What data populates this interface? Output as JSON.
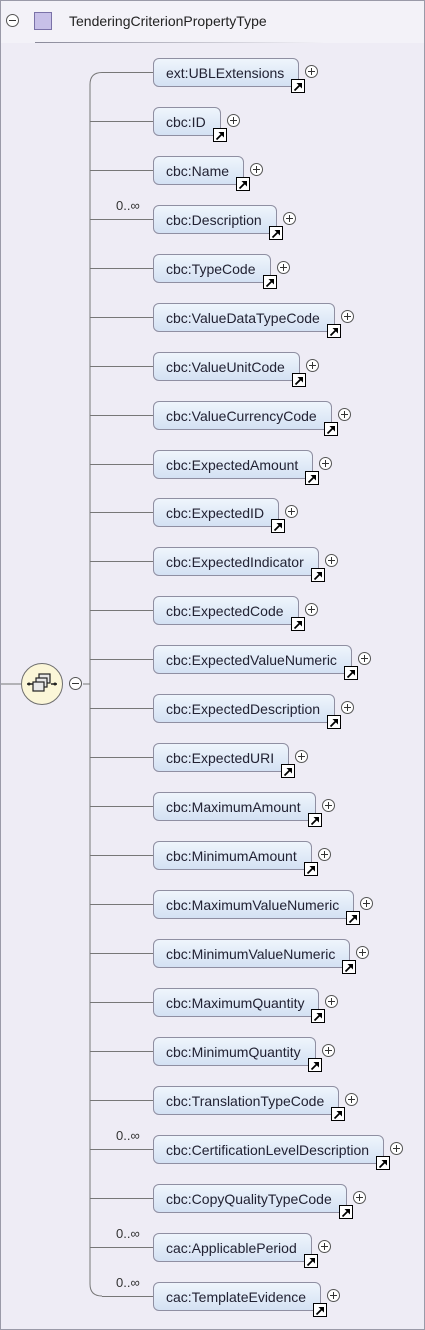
{
  "type_title": "TenderingCriterionPropertyType",
  "elements": [
    {
      "label": "ext:UBLExtensions",
      "card": ""
    },
    {
      "label": "cbc:ID",
      "card": ""
    },
    {
      "label": "cbc:Name",
      "card": ""
    },
    {
      "label": "cbc:Description",
      "card": "0..∞"
    },
    {
      "label": "cbc:TypeCode",
      "card": ""
    },
    {
      "label": "cbc:ValueDataTypeCode",
      "card": ""
    },
    {
      "label": "cbc:ValueUnitCode",
      "card": ""
    },
    {
      "label": "cbc:ValueCurrencyCode",
      "card": ""
    },
    {
      "label": "cbc:ExpectedAmount",
      "card": ""
    },
    {
      "label": "cbc:ExpectedID",
      "card": ""
    },
    {
      "label": "cbc:ExpectedIndicator",
      "card": ""
    },
    {
      "label": "cbc:ExpectedCode",
      "card": ""
    },
    {
      "label": "cbc:ExpectedValueNumeric",
      "card": ""
    },
    {
      "label": "cbc:ExpectedDescription",
      "card": ""
    },
    {
      "label": "cbc:ExpectedURI",
      "card": ""
    },
    {
      "label": "cbc:MaximumAmount",
      "card": ""
    },
    {
      "label": "cbc:MinimumAmount",
      "card": ""
    },
    {
      "label": "cbc:MaximumValueNumeric",
      "card": ""
    },
    {
      "label": "cbc:MinimumValueNumeric",
      "card": ""
    },
    {
      "label": "cbc:MaximumQuantity",
      "card": ""
    },
    {
      "label": "cbc:MinimumQuantity",
      "card": ""
    },
    {
      "label": "cbc:TranslationTypeCode",
      "card": ""
    },
    {
      "label": "cbc:CertificationLevelDescription",
      "card": "0..∞"
    },
    {
      "label": "cbc:CopyQualityTypeCode",
      "card": ""
    },
    {
      "label": "cac:ApplicablePeriod",
      "card": "0..∞"
    },
    {
      "label": "cac:TemplateEvidence",
      "card": "0..∞"
    }
  ]
}
